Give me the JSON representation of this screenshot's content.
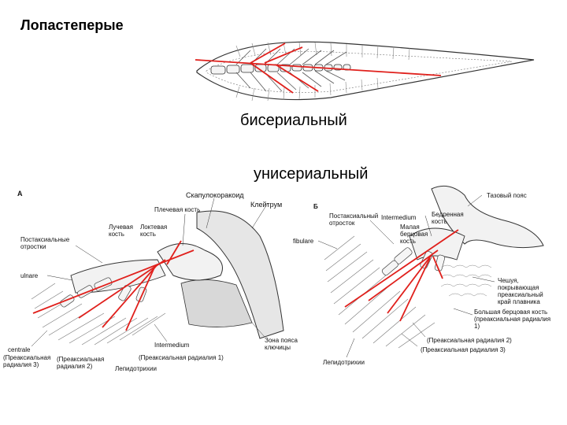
{
  "title": "Лопастеперые",
  "biserial_label": "бисериальный",
  "uniserial_label": "унисериальный",
  "panel_a": {
    "letter": "А",
    "labels": {
      "scapulocoracoid": "Скапулокоракоид",
      "cleithrum": "Клейтрум",
      "humerus": "Плечевая кость",
      "radius": "Лучевая кость",
      "ulna": "Локтевая кость",
      "postaxial": "Постаксиальные отростки",
      "ulnare": "ulnare",
      "centrale": "centrale",
      "preaxial3": "(Преаксиальная радиалия 3)",
      "preaxial2": "(Преаксиальная радиалия 2)",
      "preaxial1": "(Преаксиальная радиалия 1)",
      "intermedium": "Intermedium",
      "lepidotrichia": "Лепидотрихии",
      "girdle_zone": "Зона пояса ключицы"
    }
  },
  "panel_b": {
    "letter": "Б",
    "labels": {
      "pelvic_girdle": "Тазовый пояс",
      "postaxial": "Постаксиальный отросток",
      "intermedium": "Intermedium",
      "femur": "Бедренная кость",
      "fibula_small": "Малая берцовая кость",
      "fibulare": "fibulare",
      "scales": "Чешуя, покрывающая преаксиальный край плавника",
      "tibia": "Большая берцовая кость (преаксиальная радиалия 1)",
      "preaxial2": "(Преаксиальная радиалия 2)",
      "preaxial3": "(Преаксиальная радиалия 3)",
      "lepidotrichia": "Лепидотрихии"
    }
  },
  "colors": {
    "axis_line": "#e0201c",
    "bone": "#f2f2f2",
    "ink": "#222222"
  }
}
